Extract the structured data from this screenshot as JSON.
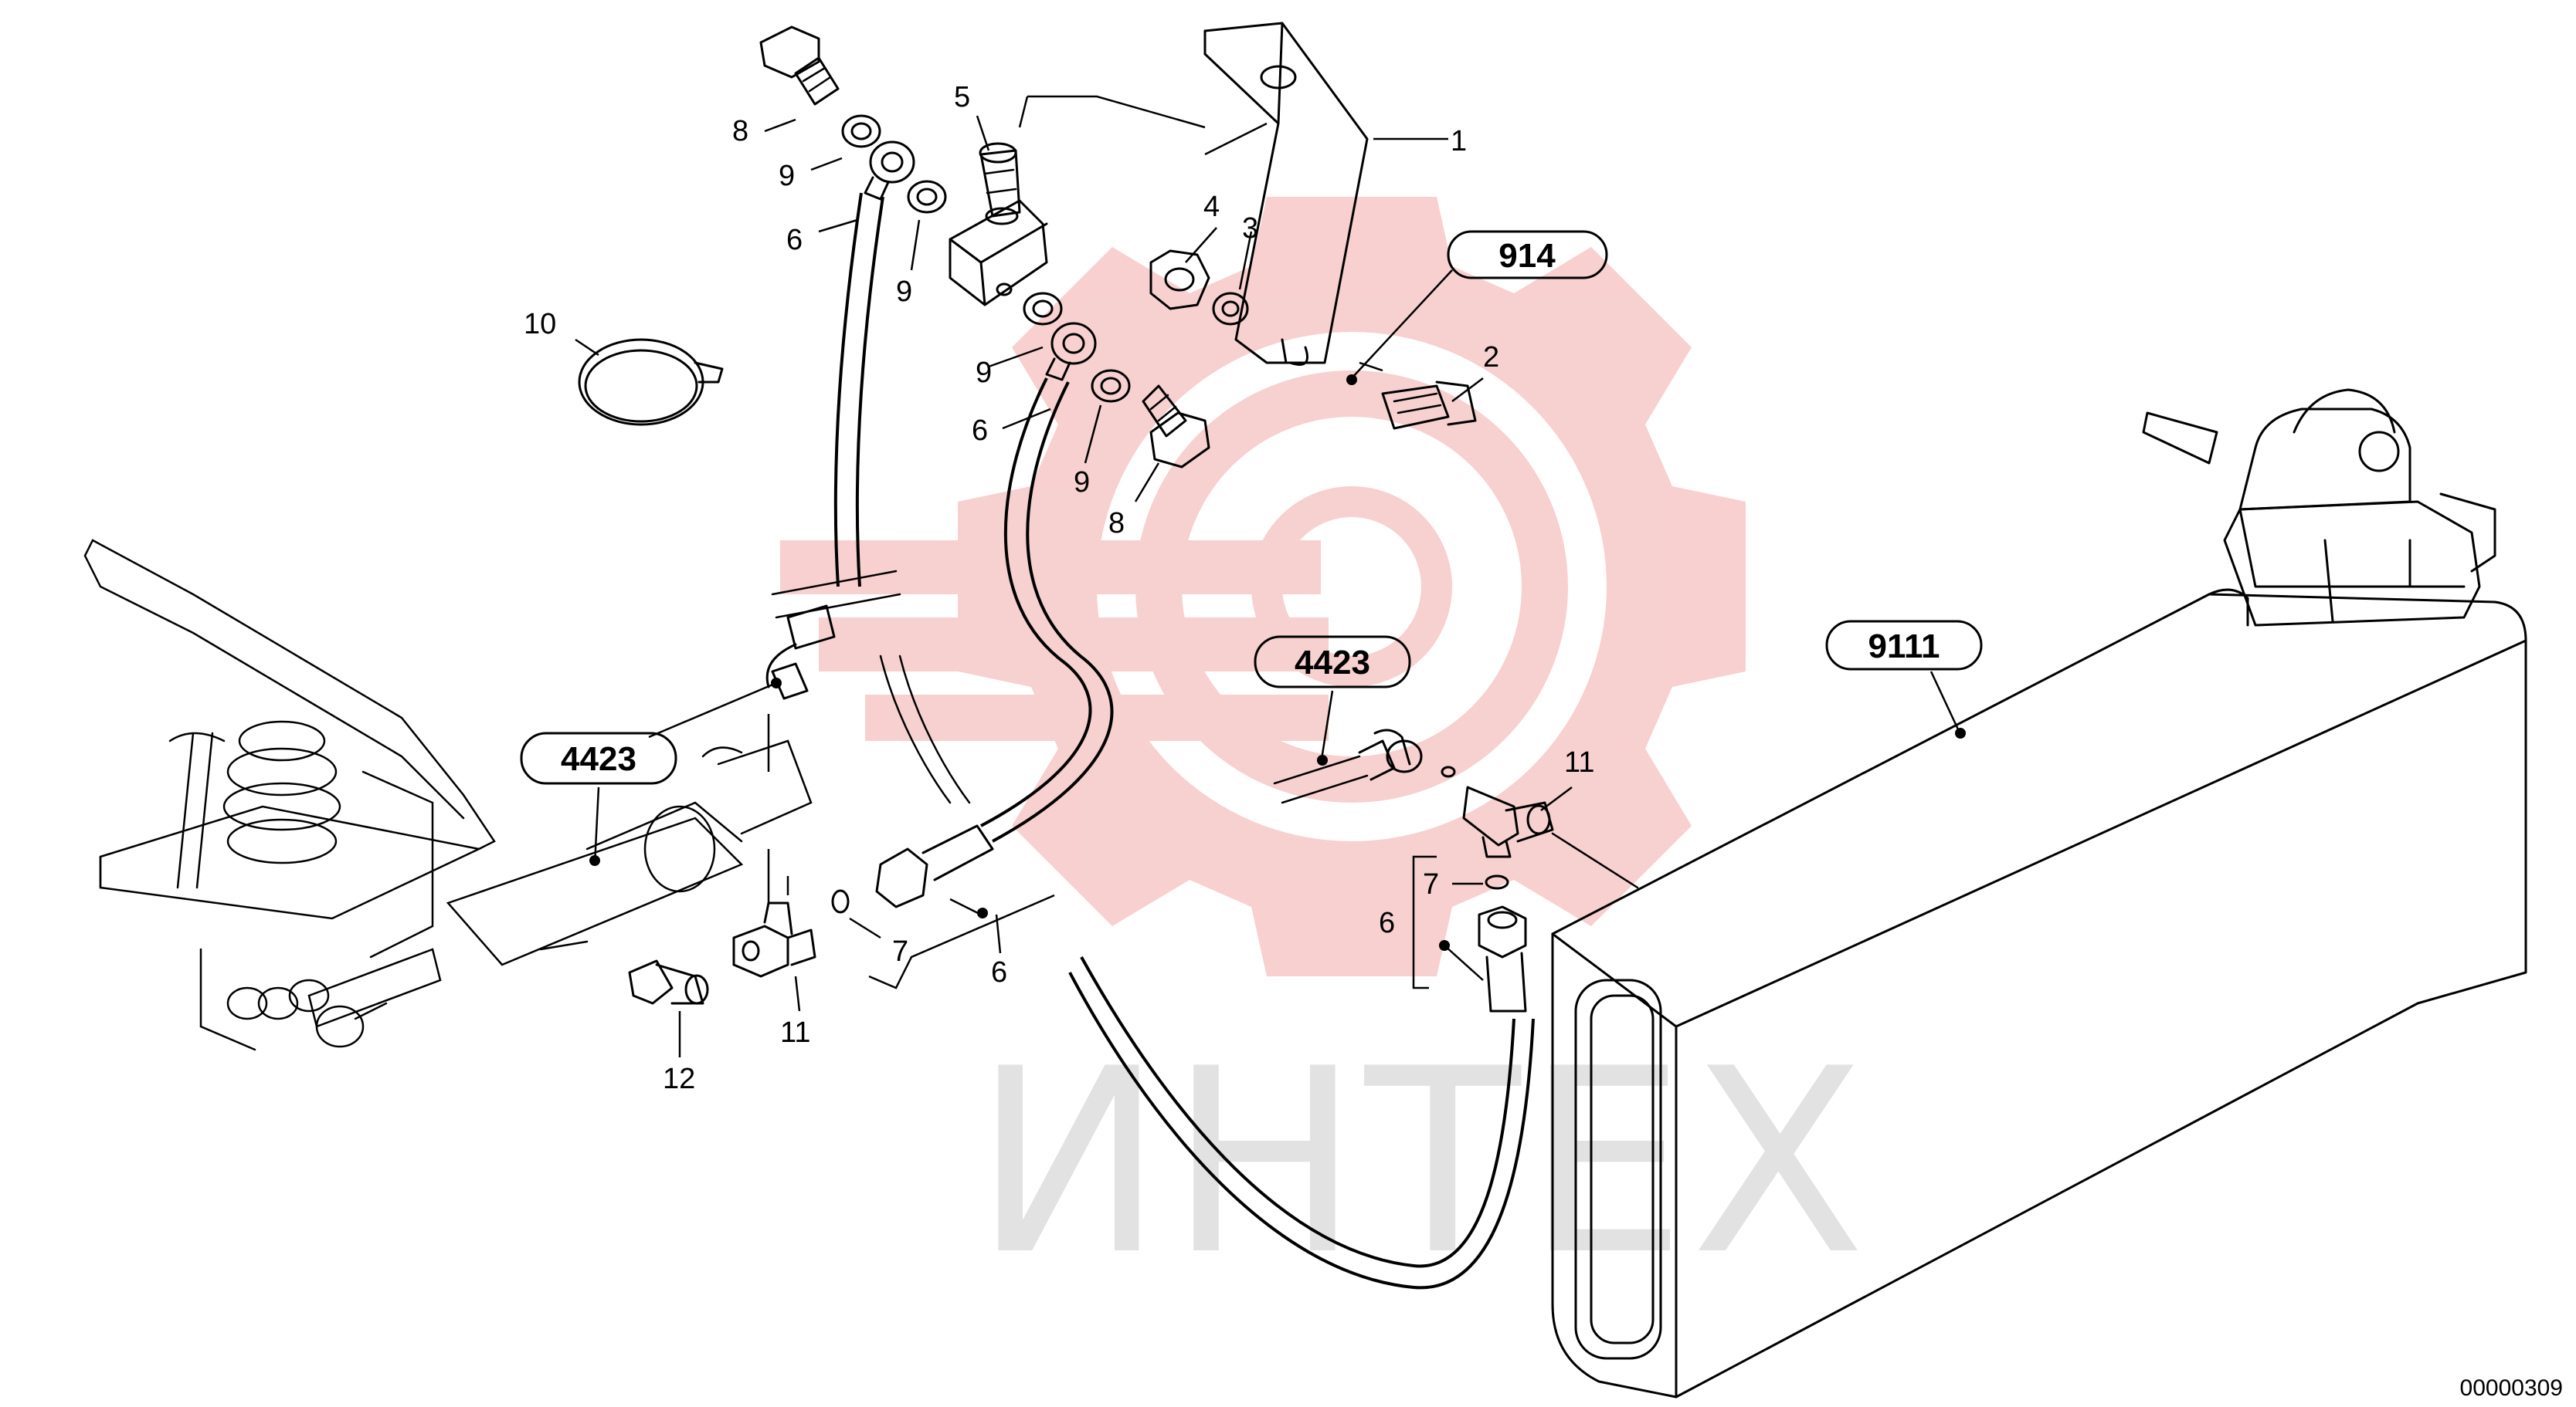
{
  "watermark": {
    "text": "ИНТЕХ",
    "gear_color": "#f2aaaa",
    "text_color": "#d9d9d9"
  },
  "callouts": {
    "n1": "1",
    "n2": "2",
    "n3": "3",
    "n4": "4",
    "n5": "5",
    "n6_a": "6",
    "n6_b": "6",
    "n6_c": "6",
    "n6_d": "6",
    "n7_a": "7",
    "n7_b": "7",
    "n8_a": "8",
    "n8_b": "8",
    "n9_a": "9",
    "n9_b": "9",
    "n9_c": "9",
    "n9_d": "9",
    "n10": "10",
    "n11_a": "11",
    "n11_b": "11",
    "n12": "12"
  },
  "references": {
    "r914": "914",
    "r4423_a": "4423",
    "r4423_b": "4423",
    "r9111": "9111"
  },
  "document_number": "00000309",
  "colors": {
    "line": "#000000",
    "background": "#ffffff"
  }
}
